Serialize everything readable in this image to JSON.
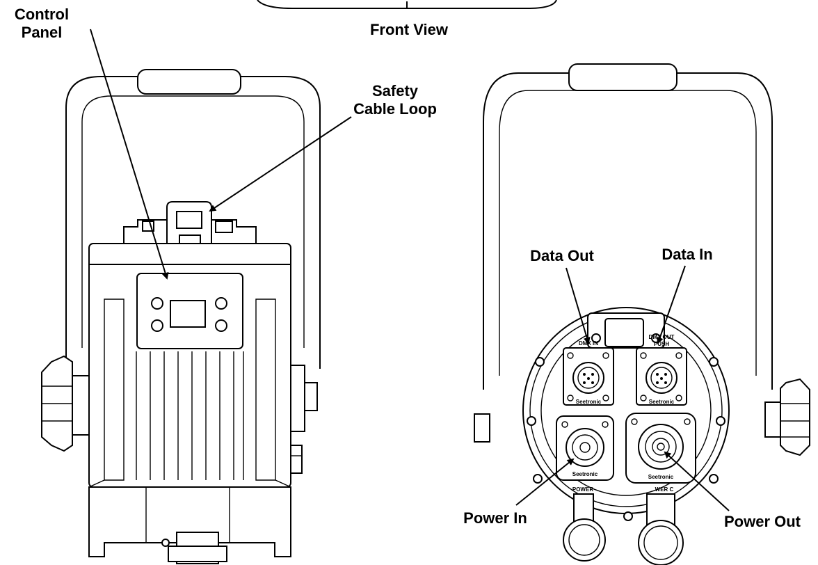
{
  "title": "Front View",
  "left_labels": {
    "control_panel_line1": "Control",
    "control_panel_line2": "Panel",
    "safety_line1": "Safety",
    "safety_line2": "Cable Loop"
  },
  "right_labels": {
    "data_out": "Data Out",
    "data_in": "Data In",
    "power_in": "Power In",
    "power_out": "Power Out"
  },
  "connector_markings": {
    "dmx_in": "DMX IN",
    "dmx_out": "DMX OUT",
    "push": "PUSH",
    "brand_1": "Seetronic",
    "brand_2": "Seetronic",
    "brand_3": "Seetronic",
    "brand_4": "Seetronic",
    "power_left": "POWER",
    "power_right": "WER C"
  }
}
